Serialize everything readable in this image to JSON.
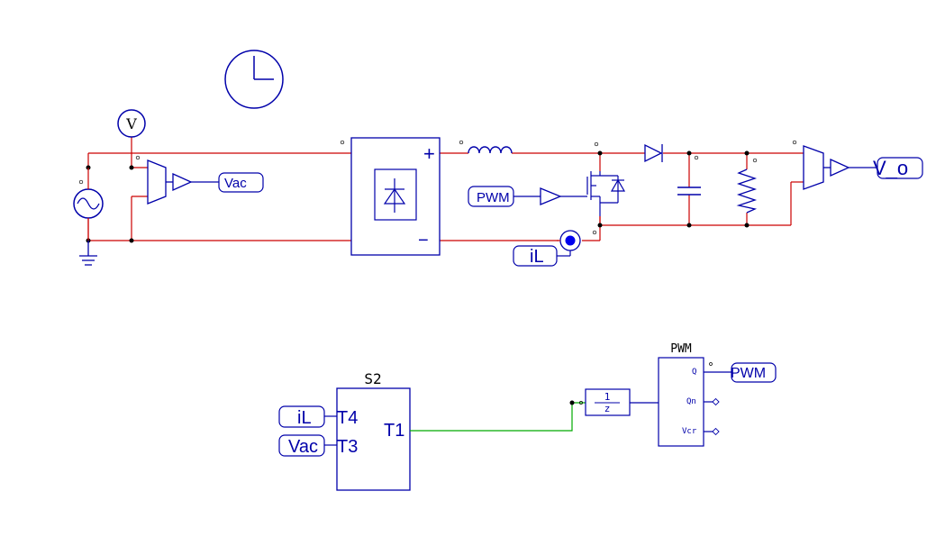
{
  "colors": {
    "power_wire": "#cc0000",
    "component": "#0000aa",
    "signal_wire": "#00aa00",
    "background": "#ffffff"
  },
  "labels": {
    "voltmeter_symbol": "V",
    "vac_tag": "Vac",
    "vo_tag": "V_o",
    "pwm_gate_tag": "PWM",
    "il_tag": "iL",
    "subcircuit_name": "S2",
    "subcircuit_port_t4": "T4",
    "subcircuit_port_t3": "T3",
    "subcircuit_port_t1": "T1",
    "input_il_tag": "iL",
    "input_vac_tag": "Vac",
    "zoh_numerator": "1",
    "zoh_denominator": "z",
    "pwm_block_title": "PWM",
    "pwm_port_q": "Q",
    "pwm_port_qn": "Qn",
    "pwm_port_vcr": "Vcr",
    "pwm_output_tag": "PWM",
    "rectifier_plus": "+",
    "rectifier_minus": "−"
  },
  "icons": {
    "clock": "clock-icon",
    "ac_source": "ac-source-icon",
    "ground": "ground-icon",
    "diode": "diode-icon",
    "mosfet": "mosfet-icon",
    "capacitor": "capacitor-icon",
    "resistor": "resistor-icon",
    "inductor": "inductor-icon"
  }
}
